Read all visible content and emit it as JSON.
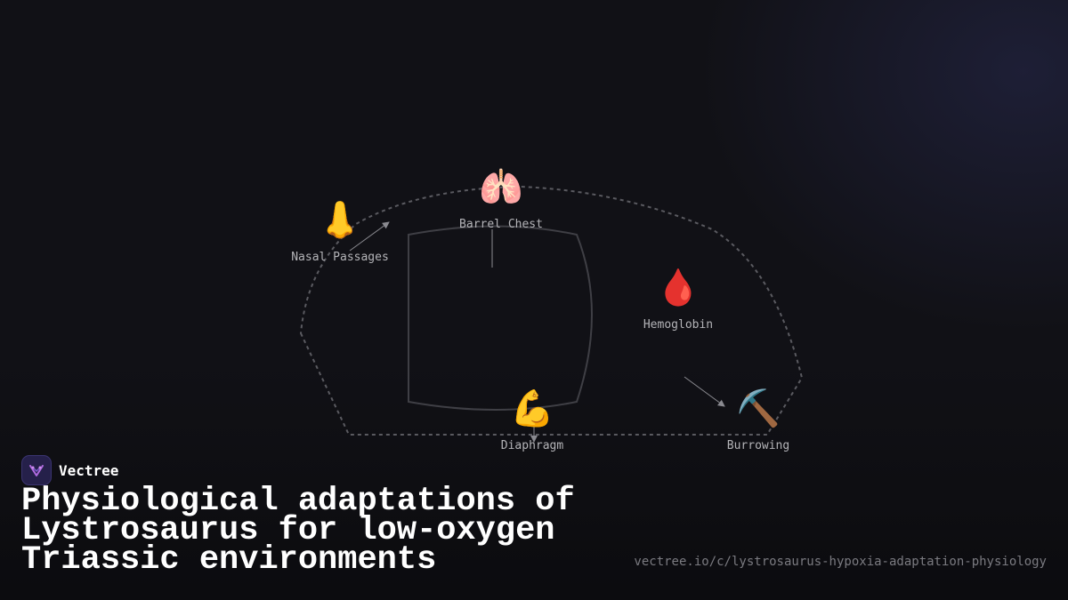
{
  "brand": {
    "name": "Vectree",
    "logo_icon": "vectree-logo-icon",
    "accent": "#b06be0"
  },
  "title": "Physiological adaptations of Lystrosaurus for low-oxygen Triassic environments",
  "url": "vectree.io/c/lystrosaurus-hypoxia-adaptation-physiology",
  "diagram": {
    "nodes": [
      {
        "id": "nasal",
        "label": "Nasal Passages",
        "icon": "nose-icon",
        "emoji": "👃"
      },
      {
        "id": "chest",
        "label": "Barrel Chest",
        "icon": "lungs-icon",
        "emoji": "🫁"
      },
      {
        "id": "hemoglobin",
        "label": "Hemoglobin",
        "icon": "blood-drop-icon",
        "emoji": "🩸"
      },
      {
        "id": "diaphragm",
        "label": "Diaphragm",
        "icon": "flexed-biceps-icon",
        "emoji": "💪"
      },
      {
        "id": "burrowing",
        "label": "Burrowing",
        "icon": "pick-icon",
        "emoji": "⛏️"
      }
    ]
  }
}
